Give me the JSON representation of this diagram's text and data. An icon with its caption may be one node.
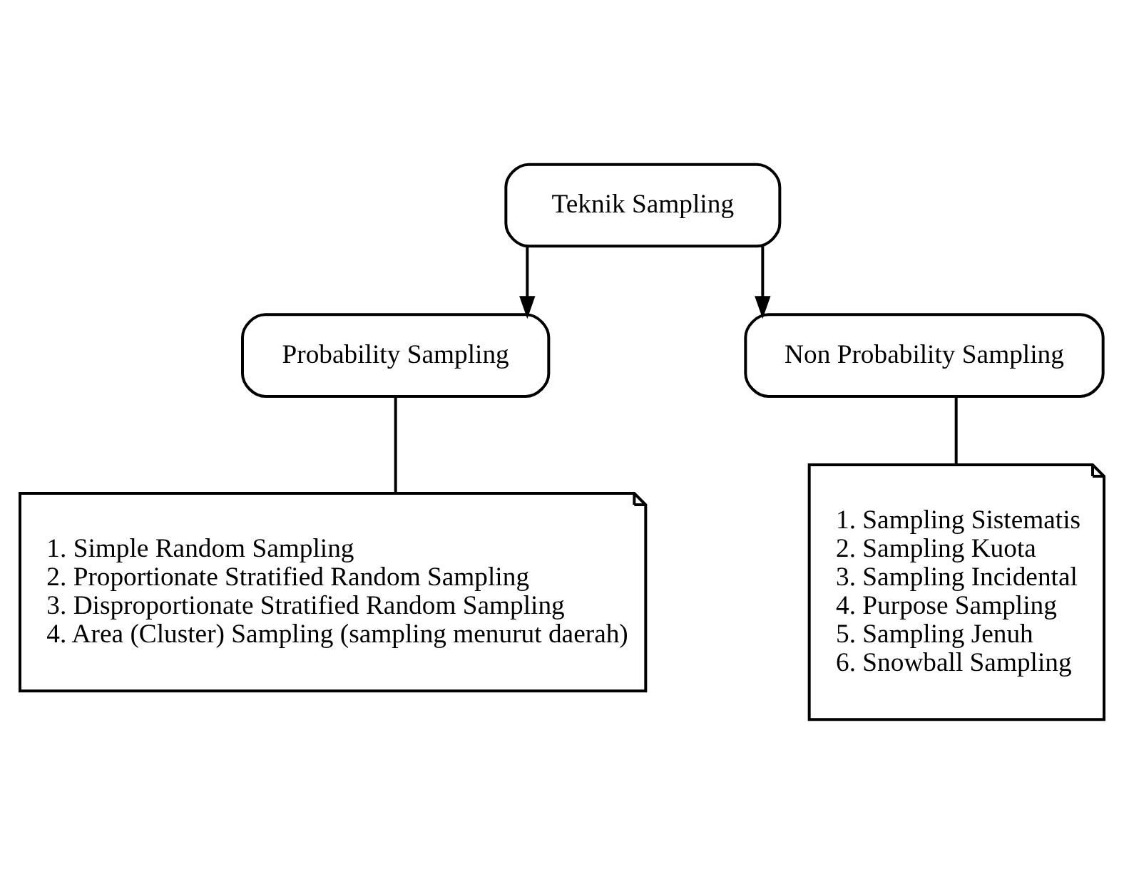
{
  "diagram": {
    "nodes": [
      {
        "text": [
          "Teknik Sampling"
        ]
      },
      {
        "text": [
          "Probability Sampling"
        ]
      },
      {
        "text": [
          "Non Probability Sampling"
        ]
      },
      {
        "text": [
          "1. Simple Random Sampling",
          "2. Proportionate Stratified Random Sampling",
          "3. Disproportionate Stratified Random Sampling",
          "4. Area (Cluster) Sampling (sampling menurut daerah)"
        ]
      },
      {
        "text": [
          "1. Sampling Sistematis",
          "2. Sampling Kuota",
          "3. Sampling Incidental",
          "4. Purpose Sampling",
          "5. Sampling Jenuh",
          "6. Snowball Sampling"
        ]
      }
    ],
    "edges": [
      {
        "from": 0,
        "to": 1,
        "arrow": "to"
      },
      {
        "from": 0,
        "to": 2,
        "arrow": "to"
      },
      {
        "from": 1,
        "to": 3,
        "arrow": "none"
      },
      {
        "from": 2,
        "to": 4,
        "arrow": "none"
      }
    ]
  }
}
